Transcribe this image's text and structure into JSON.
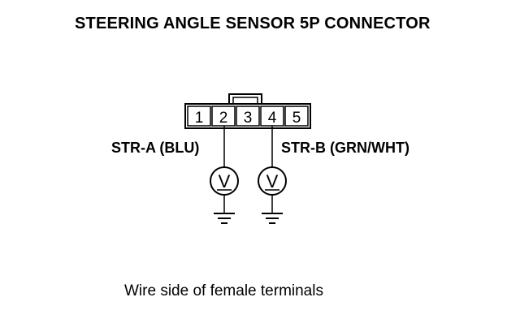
{
  "title": "STEERING ANGLE SENSOR 5P CONNECTOR",
  "connector": {
    "pins": [
      "1",
      "2",
      "3",
      "4",
      "5"
    ]
  },
  "wires": [
    {
      "pin": "2",
      "label": "STR-A (BLU)"
    },
    {
      "pin": "4",
      "label": "STR-B (GRN/WHT)"
    }
  ],
  "meters": [
    {
      "pin": "2",
      "symbol": "V"
    },
    {
      "pin": "4",
      "symbol": "V"
    }
  ],
  "caption": "Wire side of female terminals"
}
